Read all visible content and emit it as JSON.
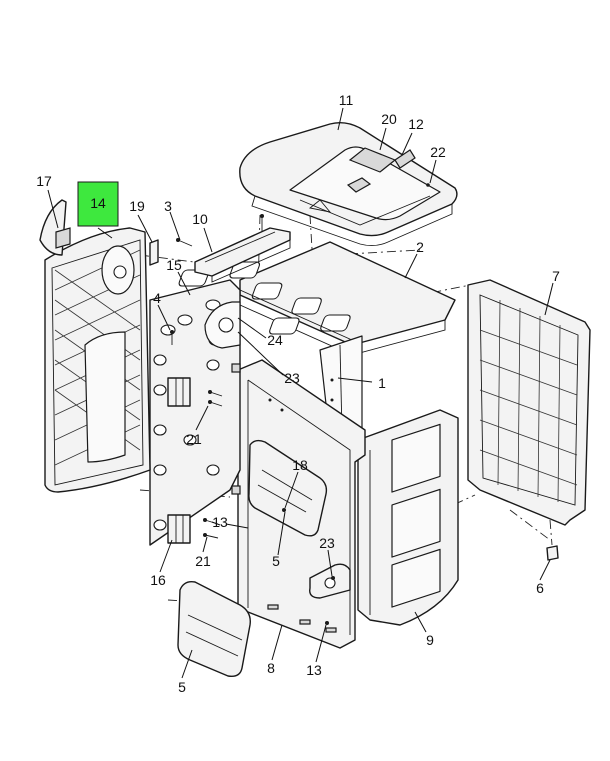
{
  "highlight": {
    "label": "14",
    "color": "#3ee83e"
  },
  "callouts": [
    {
      "id": "11",
      "label": "11"
    },
    {
      "id": "20",
      "label": "20"
    },
    {
      "id": "12",
      "label": "12"
    },
    {
      "id": "22",
      "label": "22"
    },
    {
      "id": "17",
      "label": "17"
    },
    {
      "id": "19",
      "label": "19"
    },
    {
      "id": "3",
      "label": "3"
    },
    {
      "id": "10",
      "label": "10"
    },
    {
      "id": "2",
      "label": "2"
    },
    {
      "id": "7",
      "label": "7"
    },
    {
      "id": "15",
      "label": "15"
    },
    {
      "id": "4",
      "label": "4"
    },
    {
      "id": "24",
      "label": "24"
    },
    {
      "id": "23a",
      "label": "23"
    },
    {
      "id": "1",
      "label": "1"
    },
    {
      "id": "21a",
      "label": "21"
    },
    {
      "id": "18",
      "label": "18"
    },
    {
      "id": "13a",
      "label": "13"
    },
    {
      "id": "5a",
      "label": "5"
    },
    {
      "id": "21b",
      "label": "21"
    },
    {
      "id": "16",
      "label": "16"
    },
    {
      "id": "23b",
      "label": "23"
    },
    {
      "id": "6",
      "label": "6"
    },
    {
      "id": "9",
      "label": "9"
    },
    {
      "id": "8",
      "label": "8"
    },
    {
      "id": "13b",
      "label": "13"
    },
    {
      "id": "5b",
      "label": "5"
    }
  ]
}
